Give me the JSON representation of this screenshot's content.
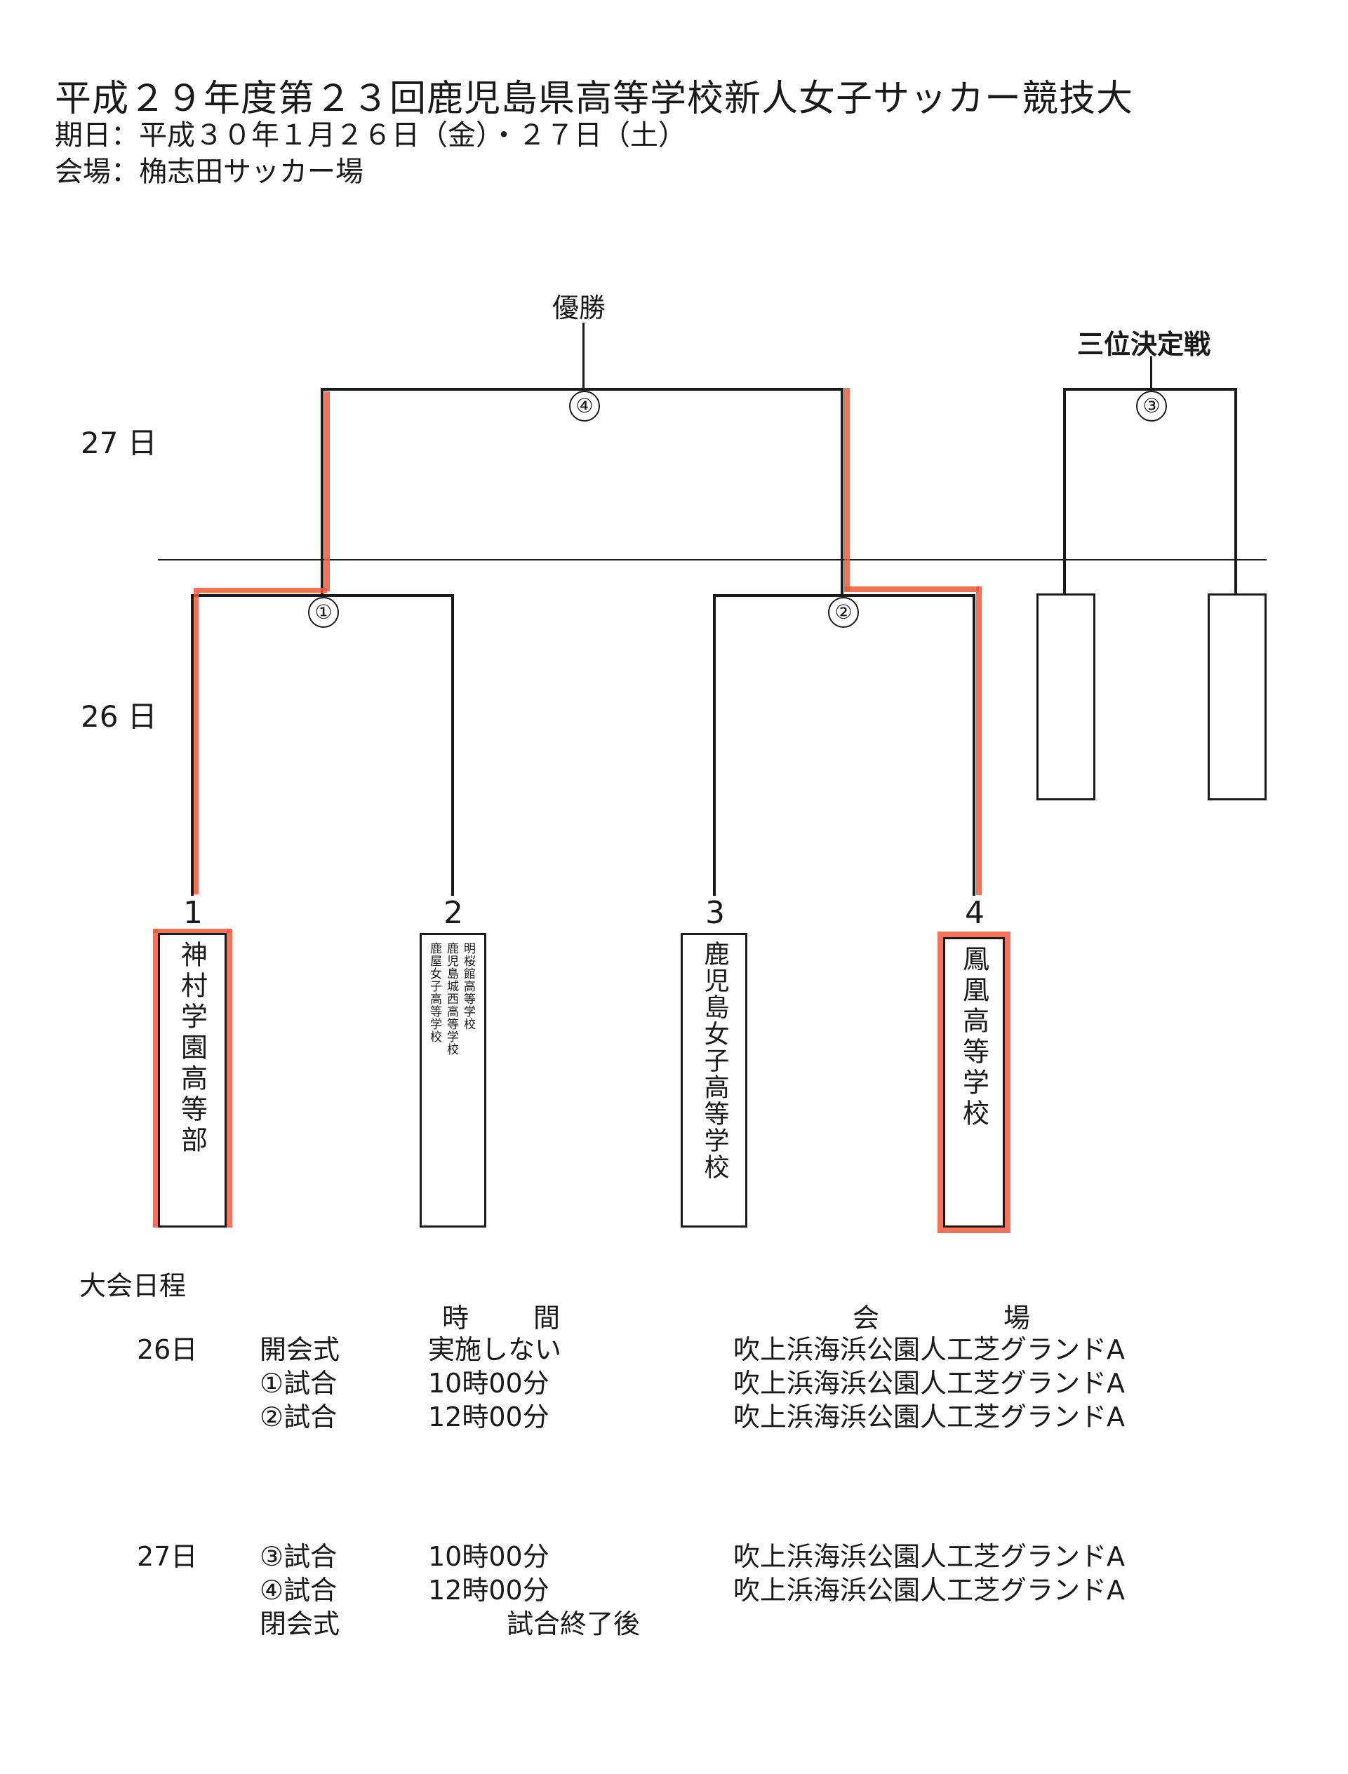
{
  "header": {
    "title": "平成２９年度第２３回鹿児島県高等学校新人女子サッカー競技大",
    "date_line": "期日：平成３０年１月２６日（金）・２７日（土）",
    "venue_line": "会場：桷志田サッカー場"
  },
  "bracket": {
    "day_labels": {
      "day27": "27 日",
      "day26": "26 日"
    },
    "final_label": "優勝",
    "third_place_label": "三位決定戦",
    "matches": {
      "m1": "①",
      "m2": "②",
      "m3": "③",
      "m4": "④"
    },
    "highlight_color": "#f05a3c",
    "teams": [
      {
        "seed": "1",
        "name": "神村学園高等部"
      },
      {
        "seed": "2",
        "names": [
          "明桜館高等学校",
          "鹿児島城西高等学校",
          "鹿屋女子高等学校"
        ]
      },
      {
        "seed": "3",
        "name": "鹿児島女子高等学校"
      },
      {
        "seed": "4",
        "name": "鳳凰高等学校"
      }
    ]
  },
  "schedule": {
    "heading": "大会日程",
    "col_time": [
      "時",
      "間"
    ],
    "col_venue": [
      "会",
      "場"
    ],
    "rows": [
      {
        "day": "26日",
        "event": "開会式",
        "time": "実施しない",
        "venue": "吹上浜海浜公園人工芝グランドA"
      },
      {
        "day": "",
        "event": "①試合",
        "time": "10時00分",
        "venue": "吹上浜海浜公園人工芝グランドA"
      },
      {
        "day": "",
        "event": "②試合",
        "time": "12時00分",
        "venue": "吹上浜海浜公園人工芝グランドA"
      },
      {
        "day": "27日",
        "event": "③試合",
        "time": "10時00分",
        "venue": "吹上浜海浜公園人工芝グランドA"
      },
      {
        "day": "",
        "event": "④試合",
        "time": "12時00分",
        "venue": "吹上浜海浜公園人工芝グランドA"
      },
      {
        "day": "",
        "event": "閉会式",
        "time": "試合終了後",
        "venue": ""
      }
    ]
  }
}
